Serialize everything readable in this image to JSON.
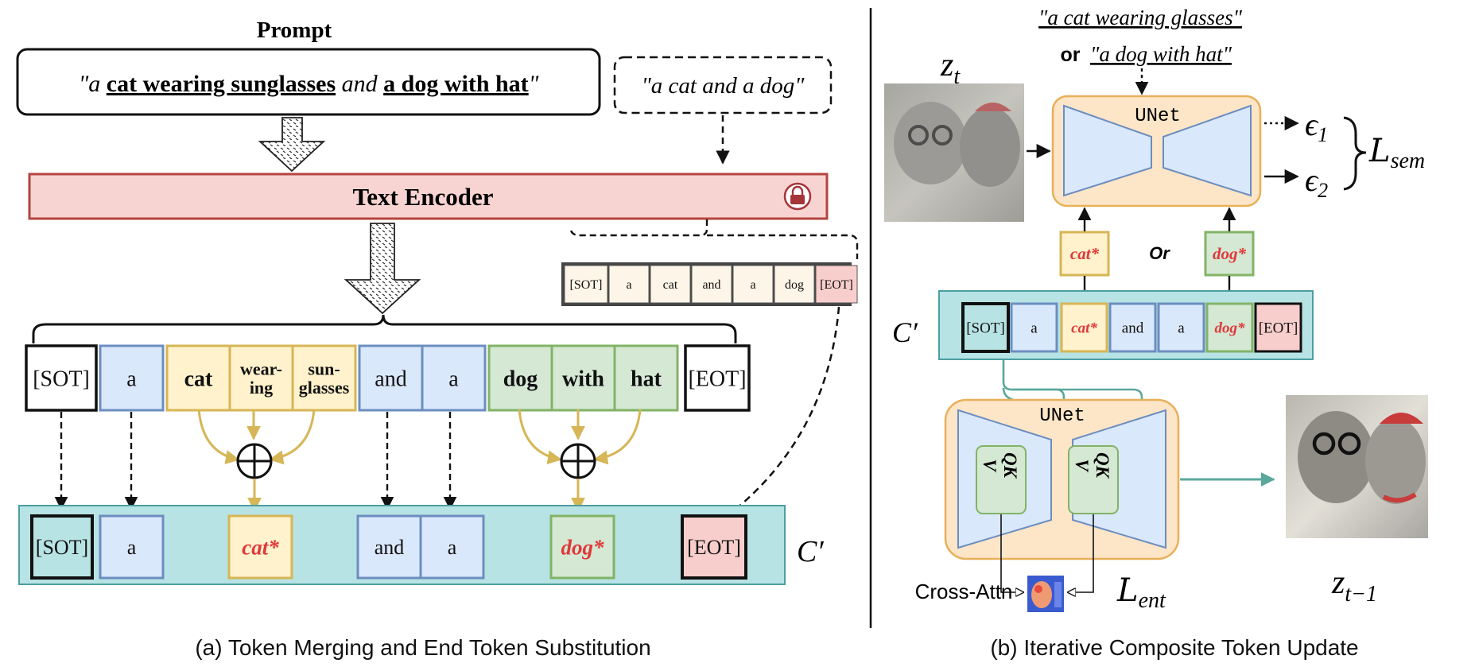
{
  "colors": {
    "encoder_fill": "#f7d4d2",
    "encoder_stroke": "#b5443f",
    "teal_fill": "#b7e3e4",
    "teal_stroke": "#4c9ea1",
    "blue_fill": "#dae8fc",
    "blue_stroke": "#6c8ebf",
    "yellow_fill": "#fff2cc",
    "yellow_stroke": "#d6b656",
    "green_fill": "#d5e8d4",
    "green_stroke": "#82b366",
    "pink_fill": "#f8cecc",
    "peach_fill": "#fde5c8",
    "peach_stroke": "#e8b05a",
    "red_text": "#e0383a",
    "arrow_teal": "#5aa89b",
    "merge_arrow": "#d6b656"
  },
  "left": {
    "prompt_heading": "Prompt",
    "prompt": {
      "quote_open": "\"a ",
      "w1": "cat wearing sunglasses",
      "mid": " and ",
      "w2": "a dog with hat",
      "quote_close": "\""
    },
    "alt_prompt": "\"a cat and a dog\"",
    "encoder_label": "Text Encoder",
    "lock_icon": "lock-icon",
    "eot_tokens": [
      "[SOT]",
      "a",
      "cat",
      "and",
      "a",
      "dog",
      "[EOT]"
    ],
    "tokens": {
      "sot": "[SOT]",
      "a1": "a",
      "cat": "cat",
      "wear1": "wear-",
      "wear2": "ing",
      "sun1": "sun-",
      "sun2": "glasses",
      "and": "and",
      "a2": "a",
      "dog": "dog",
      "with": "with",
      "hat": "hat",
      "eot": "[EOT]"
    },
    "merged": {
      "sot": "[SOT]",
      "a1": "a",
      "cat": "cat*",
      "and": "and",
      "a2": "a",
      "dog": "dog*",
      "eot": "[EOT]"
    },
    "c_prime": "C′",
    "caption": "(a) Token Merging and End Token Substitution"
  },
  "right": {
    "prompt1": "\"a cat wearing glasses\"",
    "or": "or",
    "prompt2": "\"a dog with hat\"",
    "zt": "z",
    "zt_sub": "t",
    "unet": "UNet",
    "eps1": "ϵ",
    "eps1_sub": "1",
    "eps2": "ϵ",
    "eps2_sub": "2",
    "lsem": "L",
    "lsem_sub": "sem",
    "cat_token": "cat*",
    "or2": "Or",
    "dog_token": "dog*",
    "c_prime": "C′",
    "tokens": [
      "[SOT]",
      "a",
      "cat*",
      "and",
      "a",
      "dog*",
      "[EOT]"
    ],
    "unet2": "UNet",
    "qk_left": "QK",
    "v_left": "V",
    "qk_right": "QK",
    "v_right": "V",
    "cross_attn": "Cross-Attn",
    "lent": "L",
    "lent_sub": "ent",
    "zt1": "z",
    "zt1_sub": "t−1",
    "caption": "(b) Iterative Composite Token Update"
  }
}
